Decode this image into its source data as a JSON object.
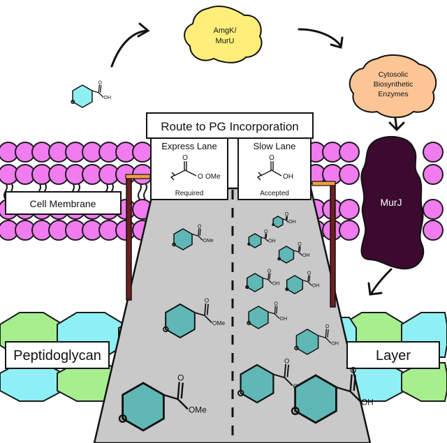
{
  "blobs": {
    "amgk": {
      "line1": "AmgK/",
      "line2": "MurU",
      "color": "#ffef7a"
    },
    "cytosolic": {
      "line1": "Cytosolic",
      "line2": "Biosynthetic",
      "line3": "Enzymes",
      "color": "#fbc596"
    },
    "murj": {
      "label": "MurJ",
      "color": "#3b0a2e"
    }
  },
  "sign": {
    "title": "Route to PG Incorporation",
    "express": {
      "title": "Express Lane",
      "group_label": "OMe",
      "status": "Required"
    },
    "slow": {
      "title": "Slow Lane",
      "group_label": "OH",
      "status": "Accepted"
    }
  },
  "labels": {
    "membrane": "Cell Membrane",
    "pg_left": "Peptidoglycan",
    "pg_right": "Layer"
  },
  "molecule_labels": {
    "ome": "OMe",
    "oh": "OH"
  },
  "colors": {
    "lipid_head": "#f07cf0",
    "pg_green": "#a6ee8e",
    "pg_cyan": "#8ef0f4",
    "road": "#c9c9c9",
    "ring_fill": "#5fb8b5",
    "top_ring_fill": "#8ff0f4",
    "post": "#6e1f1f"
  }
}
